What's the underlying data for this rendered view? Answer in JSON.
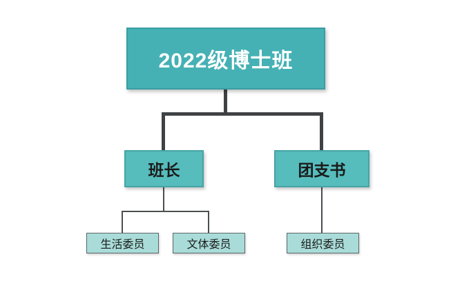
{
  "diagram": {
    "type": "org-chart",
    "root": {
      "label": "2022级博士班"
    },
    "children": [
      {
        "label": "班长",
        "children": [
          {
            "label": "生活委员"
          },
          {
            "label": "文体委员"
          }
        ]
      },
      {
        "label": "团支书",
        "children": [
          {
            "label": "组织委员"
          }
        ]
      }
    ]
  },
  "colors": {
    "node_primary": "#45b1b4",
    "node_secondary": "#56bcbc",
    "node_leaf": "#a9dcd8",
    "connector_thick": "#3f4245",
    "connector_thin": "#4a4e50",
    "root_text": "#ffffff",
    "node_text": "#1a1a1a",
    "background": "#ffffff"
  }
}
